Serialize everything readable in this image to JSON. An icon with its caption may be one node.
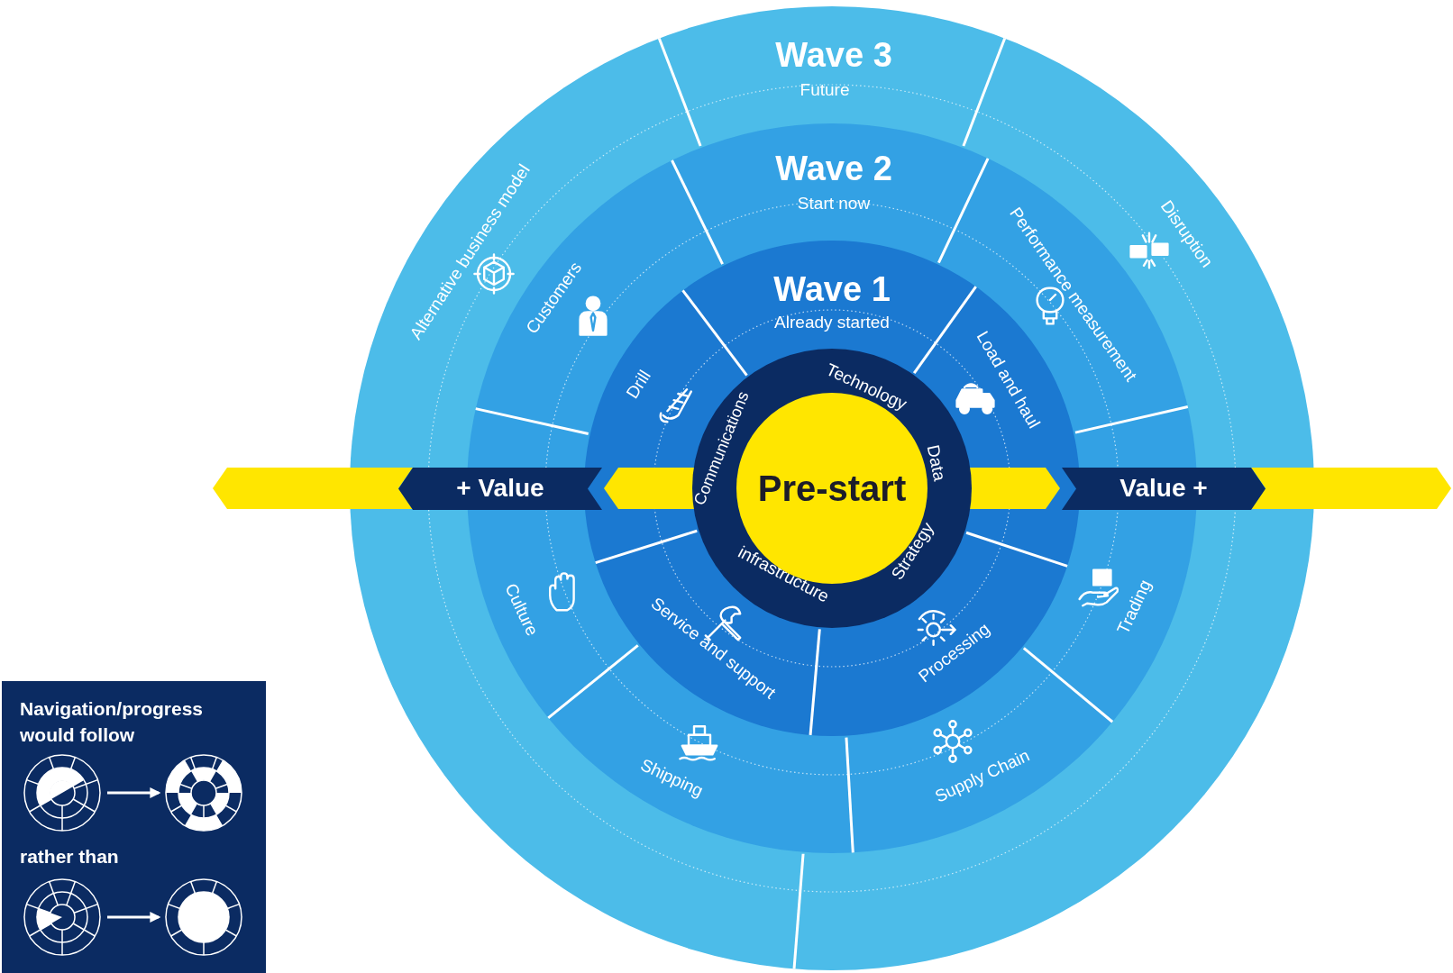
{
  "diagram": {
    "nodes": [
      {
        "text": [
          "Wave 3",
          "Future"
        ]
      },
      {
        "text": [
          "Alternative business model"
        ],
        "in": 0
      },
      {
        "text": [
          "Disruption"
        ],
        "in": 0
      },
      {
        "text": [
          "Wave 2",
          "Start now"
        ],
        "in": 0
      },
      {
        "text": [
          "Customers"
        ],
        "in": 3
      },
      {
        "text": [
          "Performance measurement"
        ],
        "in": 3
      },
      {
        "text": [
          "Culture"
        ],
        "in": 3
      },
      {
        "text": [
          "Trading"
        ],
        "in": 3
      },
      {
        "text": [
          "Shipping"
        ],
        "in": 3
      },
      {
        "text": [
          "Supply Chain"
        ],
        "in": 3
      },
      {
        "text": [
          "Wave 1",
          "Already started"
        ],
        "in": 3
      },
      {
        "text": [
          "Drill"
        ],
        "in": 10
      },
      {
        "text": [
          "Load and haul"
        ],
        "in": 10
      },
      {
        "text": [
          "Service and support"
        ],
        "in": 10
      },
      {
        "text": [
          "Processing"
        ],
        "in": 10
      },
      {
        "text": [
          "Communications",
          "Technology",
          "Data",
          "Strategy",
          "infrastructure"
        ],
        "in": 10
      },
      {
        "text": [
          "Pre-start"
        ],
        "in": 15
      },
      {
        "text": [
          "+ Value"
        ],
        "in": 0
      },
      {
        "text": [
          "Value +"
        ],
        "in": 0
      },
      {
        "text": [
          "Navigation/progress would follow",
          "rather than"
        ]
      },
      {
        "text": [],
        "shape": "picture",
        "in": 19
      },
      {
        "text": [],
        "shape": "picture",
        "in": 19
      },
      {
        "text": [],
        "shape": "picture",
        "in": 19
      },
      {
        "text": [],
        "shape": "picture",
        "in": 19
      }
    ],
    "edges": [
      {
        "from": 20,
        "to": 21,
        "arrow": "to"
      },
      {
        "from": 22,
        "to": 23,
        "arrow": "to"
      }
    ]
  }
}
